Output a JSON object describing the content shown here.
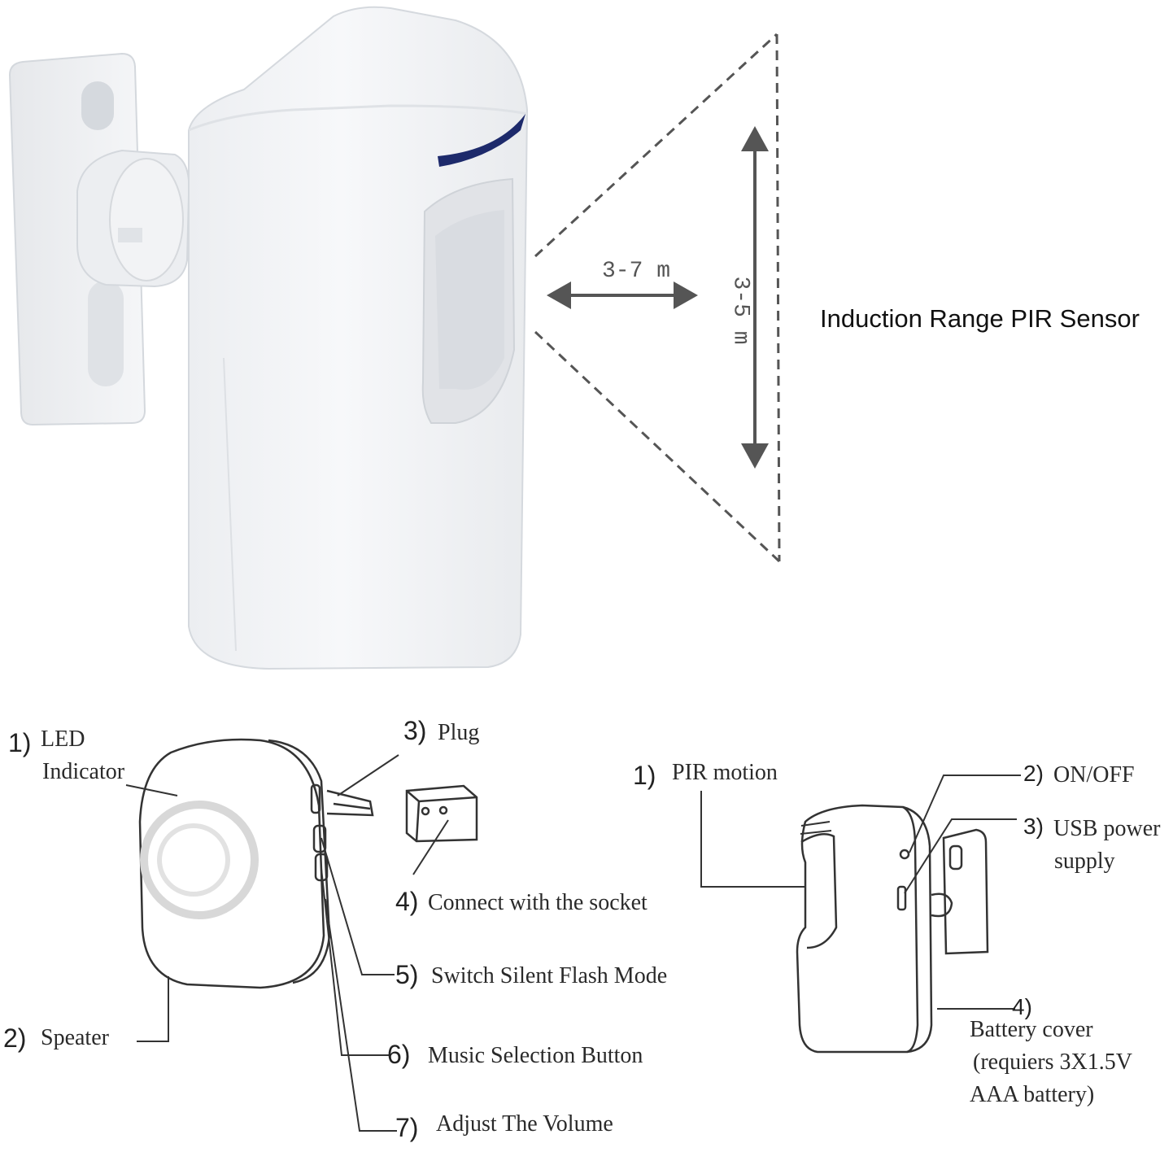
{
  "title": "Induction Range PIR Sensor",
  "range": {
    "horizontal": "3-7 m",
    "vertical": "3-5 m"
  },
  "receiver_labels": {
    "led": {
      "num": "1)",
      "text_line1": "LED",
      "text_line2": "Indicator"
    },
    "plug": {
      "num": "3)",
      "text": "Plug"
    },
    "socket": {
      "num": "4)",
      "text": "Connect with the socket"
    },
    "silent": {
      "num": "5)",
      "text": "Switch Silent Flash Mode"
    },
    "music": {
      "num": "6)",
      "text": "Music Selection Button"
    },
    "volume": {
      "num": "7)",
      "text": "Adjust The Volume"
    },
    "speaker": {
      "num": "2)",
      "text": "Speater"
    }
  },
  "sensor_labels": {
    "pir": {
      "num": "1)",
      "text": "PIR motion"
    },
    "onoff": {
      "num": "2)",
      "text": "ON/OFF"
    },
    "usb": {
      "num": "3)",
      "text_line1": "USB power",
      "text_line2": "supply"
    },
    "battery": {
      "num": "4)",
      "text_line1": "Battery cover",
      "text_line2": "(requiers 3X1.5V",
      "text_line3": "AAA battery)"
    }
  },
  "colors": {
    "device_body": "#f4f5f7",
    "device_shadow": "#d9dde2",
    "lens": "#e4e6ea",
    "blue_strip": "#1d2a6b",
    "line": "#333333",
    "dashed": "#555555",
    "ring": "#d6d6d6"
  }
}
